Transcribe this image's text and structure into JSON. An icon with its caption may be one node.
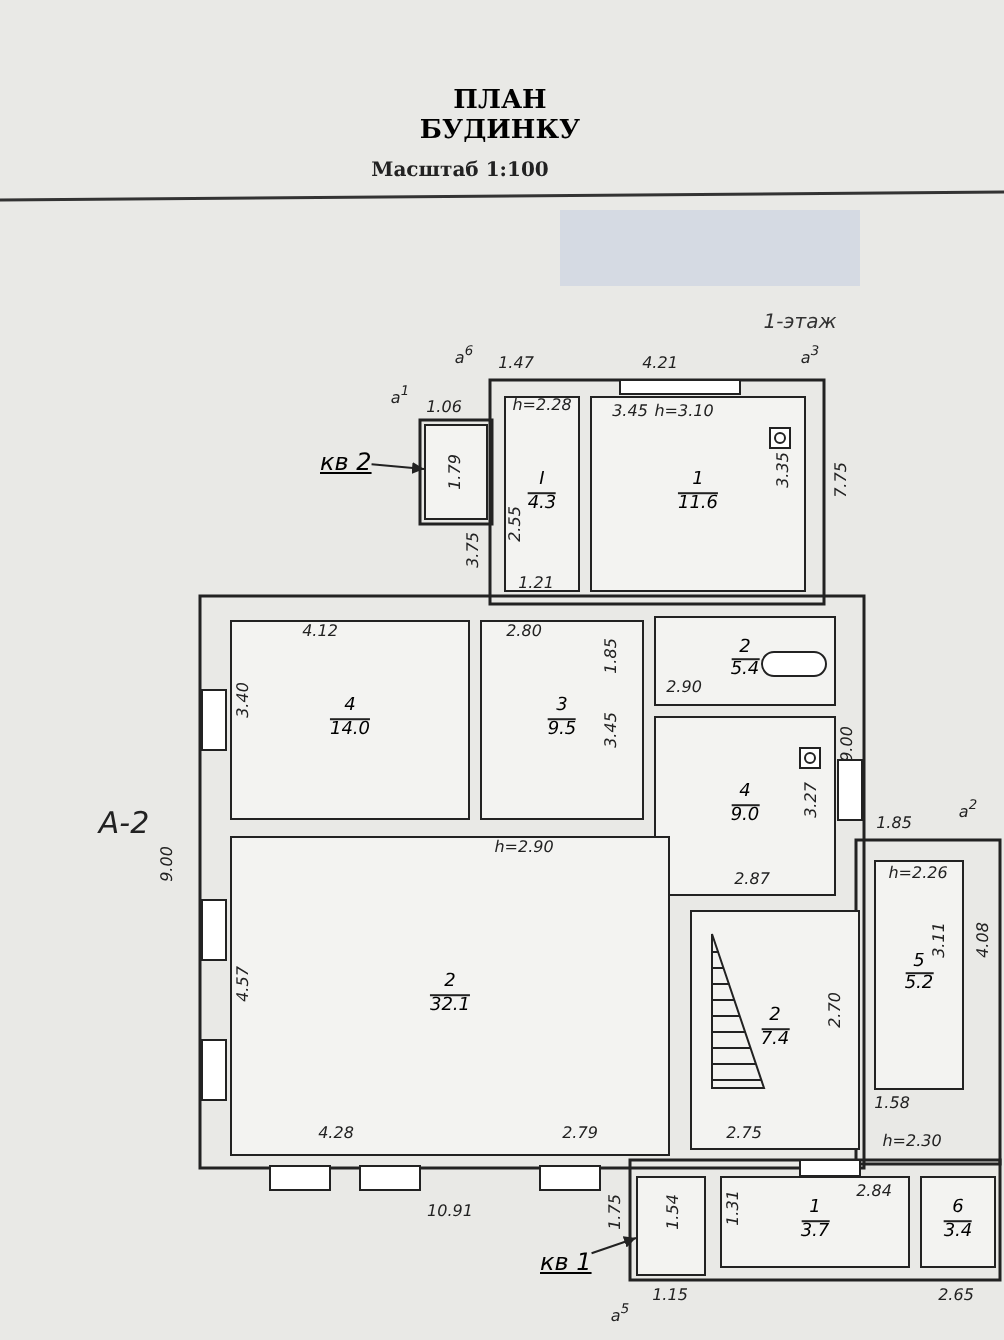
{
  "diagram": {
    "title": "ПЛАН БУДИНКУ",
    "nodes": [
      {
        "text": [
          "I",
          "4.3"
        ]
      },
      {
        "text": [
          "1",
          "11.6"
        ]
      },
      {
        "text": [
          "кв 2"
        ]
      },
      {
        "text": [],
        "shape": "box"
      },
      {
        "text": [
          "4",
          "14.0"
        ]
      },
      {
        "text": [
          "3",
          "9.5"
        ]
      },
      {
        "text": [
          "2",
          "5.4"
        ]
      },
      {
        "text": [
          "4",
          "9.0"
        ]
      },
      {
        "text": [
          "2",
          "32.1"
        ]
      },
      {
        "text": [
          "2",
          "7.4"
        ]
      },
      {
        "text": [
          "5",
          "5.2"
        ]
      },
      {
        "text": [],
        "shape": "box"
      },
      {
        "text": [
          "1",
          "3.7"
        ]
      },
      {
        "text": [
          "6",
          "3.4"
        ]
      },
      {
        "text": [
          "кв 1"
        ]
      }
    ],
    "edges": [
      {
        "from": 2,
        "to": 3,
        "arrow": "to"
      },
      {
        "from": 14,
        "to": 11,
        "arrow": "to"
      }
    ],
    "labels": [
      "Масштаб 1:100",
      "1-этаж",
      "а$^{6}$",
      "1.47",
      "4.21",
      "а$^{3}$",
      "а$^{1}$",
      "1.06",
      "h=2.28",
      "3.45",
      "h=3.10",
      "1.79",
      "2.55",
      "3.35",
      "7.75",
      "3.75",
      "1.21",
      "4.12",
      "2.80",
      "1.85",
      "2.90",
      "3.45",
      "3.40",
      "9.00",
      "3.27",
      "h=2.90",
      "А-2",
      "9.00",
      "2.87",
      "1.85",
      "а$^{2}$",
      "h=2.26",
      "3.11",
      "4.08",
      "4.57",
      "2.70",
      "2.75",
      "1.58",
      "4.28",
      "2.79",
      "h=2.30",
      "10.91",
      "1.75",
      "1.54",
      "1.31",
      "2.84",
      "1.15",
      "2.65",
      "а$^{5}$"
    ]
  }
}
